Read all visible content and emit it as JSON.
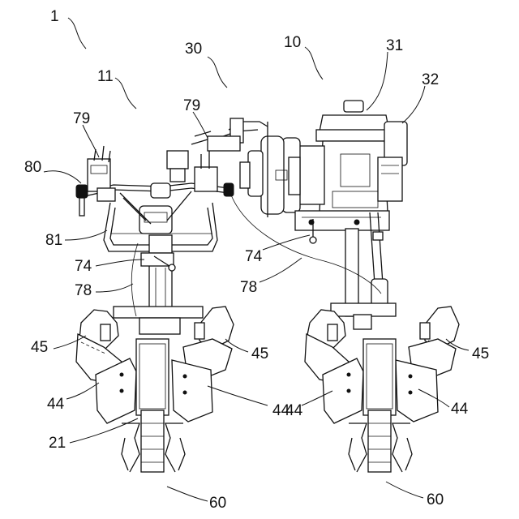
{
  "labels": {
    "r1": "1",
    "r11": "11",
    "r30": "30",
    "r10": "10",
    "r31": "31",
    "r32": "32",
    "r79a": "79",
    "r79b": "79",
    "r80": "80",
    "r81": "81",
    "r74a": "74",
    "r74b": "74",
    "r78a": "78",
    "r78b": "78",
    "r45a": "45",
    "r45b": "45",
    "r45c": "45",
    "r44a": "44",
    "r44b": "44",
    "r44c": "44",
    "r44d": "44",
    "r21": "21",
    "r60a": "60",
    "r60b": "60"
  }
}
